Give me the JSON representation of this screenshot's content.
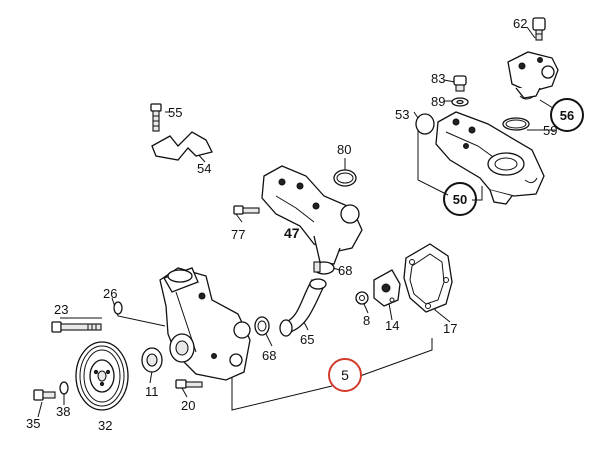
{
  "diagram": {
    "labels": {
      "p62": "62",
      "p83": "83",
      "p89": "89",
      "p53": "53",
      "p56": "56",
      "p59": "59",
      "p50": "50",
      "p55": "55",
      "p54": "54",
      "p80": "80",
      "p77": "77",
      "p47": "47",
      "p68a": "68",
      "p65": "65",
      "p8": "8",
      "p14": "14",
      "p17": "17",
      "p26": "26",
      "p23": "23",
      "p68b": "68",
      "p5": "5",
      "p11": "11",
      "p20": "20",
      "p38": "38",
      "p35": "35",
      "p32": "32"
    },
    "highlight_color": "#d23b2a"
  }
}
